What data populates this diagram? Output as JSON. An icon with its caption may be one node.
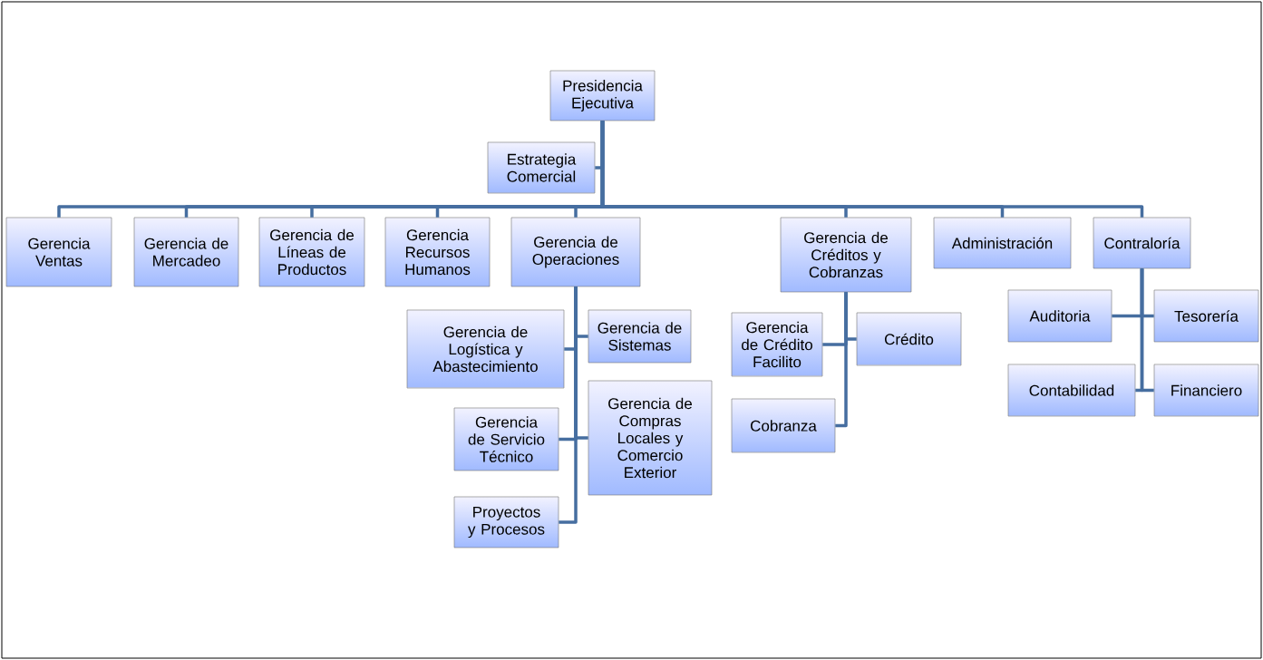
{
  "diagram": {
    "nodes": [
      {
        "text": [
          "Presidencia Ejecutiva"
        ]
      },
      {
        "text": [
          "Estrategia Comercial"
        ]
      },
      {
        "text": [
          "Gerencia Ventas"
        ]
      },
      {
        "text": [
          "Gerencia de Mercadeo"
        ]
      },
      {
        "text": [
          "Gerencia de Líneas de Productos"
        ]
      },
      {
        "text": [
          "Gerencia Recursos Humanos"
        ]
      },
      {
        "text": [
          "Gerencia de Operaciones"
        ]
      },
      {
        "text": [
          "Gerencia de Créditos y Cobranzas"
        ]
      },
      {
        "text": [
          "Administración"
        ]
      },
      {
        "text": [
          "Contraloría"
        ]
      },
      {
        "text": [
          "Gerencia de Logística y Abastecimiento"
        ]
      },
      {
        "text": [
          "Gerencia de Sistemas"
        ]
      },
      {
        "text": [
          "Gerencia de Servicio Técnico"
        ]
      },
      {
        "text": [
          "Gerencia de Compras Locales y Comercio Exterior"
        ]
      },
      {
        "text": [
          "Proyectos y Procesos"
        ]
      },
      {
        "text": [
          "Gerencia de Crédito Facilito"
        ]
      },
      {
        "text": [
          "Crédito"
        ]
      },
      {
        "text": [
          "Cobranza"
        ]
      },
      {
        "text": [
          "Auditoria"
        ]
      },
      {
        "text": [
          "Tesorería"
        ]
      },
      {
        "text": [
          "Contabilidad"
        ]
      },
      {
        "text": [
          "Financiero"
        ]
      }
    ],
    "edges": [
      {
        "from": 0,
        "to": 1,
        "arrow": "none"
      },
      {
        "from": 0,
        "to": 2,
        "arrow": "none"
      },
      {
        "from": 0,
        "to": 3,
        "arrow": "none"
      },
      {
        "from": 0,
        "to": 4,
        "arrow": "none"
      },
      {
        "from": 0,
        "to": 5,
        "arrow": "none"
      },
      {
        "from": 0,
        "to": 6,
        "arrow": "none"
      },
      {
        "from": 0,
        "to": 7,
        "arrow": "none"
      },
      {
        "from": 0,
        "to": 8,
        "arrow": "none"
      },
      {
        "from": 0,
        "to": 9,
        "arrow": "none"
      },
      {
        "from": 6,
        "to": 10,
        "arrow": "none"
      },
      {
        "from": 6,
        "to": 11,
        "arrow": "none"
      },
      {
        "from": 6,
        "to": 12,
        "arrow": "none"
      },
      {
        "from": 6,
        "to": 13,
        "arrow": "none"
      },
      {
        "from": 6,
        "to": 14,
        "arrow": "none"
      },
      {
        "from": 7,
        "to": 15,
        "arrow": "none"
      },
      {
        "from": 7,
        "to": 16,
        "arrow": "none"
      },
      {
        "from": 7,
        "to": 17,
        "arrow": "none"
      },
      {
        "from": 9,
        "to": 18,
        "arrow": "none"
      },
      {
        "from": 9,
        "to": 19,
        "arrow": "none"
      },
      {
        "from": 9,
        "to": 20,
        "arrow": "none"
      },
      {
        "from": 9,
        "to": 21,
        "arrow": "none"
      }
    ]
  }
}
